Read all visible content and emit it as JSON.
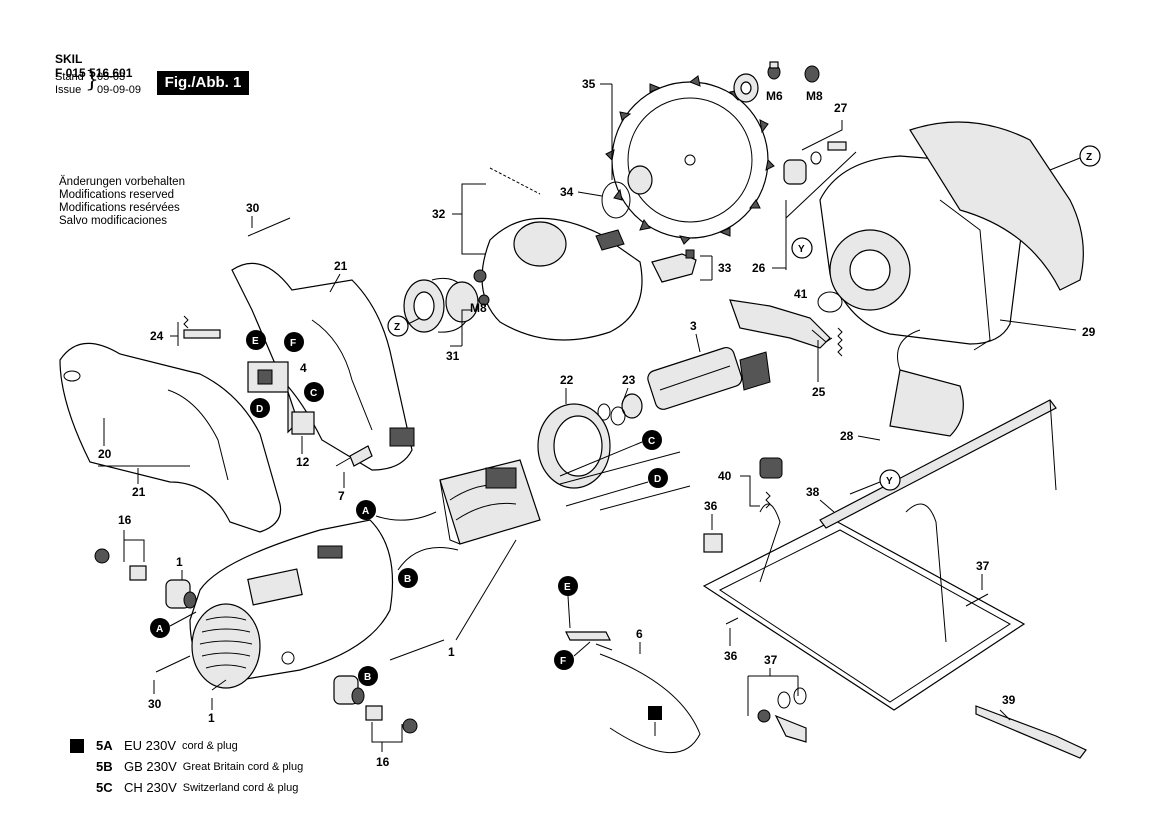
{
  "header": {
    "brand": "SKIL",
    "doc_number": "F 015 516 601",
    "stand_label": "Stand",
    "issue_label": "Issue",
    "stand_value": "05-03",
    "issue_value": "09-09-09",
    "figure_label": "Fig./Abb. 1"
  },
  "modifications": [
    "Änderungen vorbehalten",
    "Modifications reserved",
    "Modifications resérvées",
    "Salvo modificaciones"
  ],
  "legend": [
    {
      "marker": "filled-square",
      "code": "5A",
      "main": "EU 230V",
      "desc": "cord & plug"
    },
    {
      "marker": "none",
      "code": "5B",
      "main": "GB 230V",
      "desc": "Great Britain cord & plug"
    },
    {
      "marker": "none",
      "code": "5C",
      "main": "CH 230V",
      "desc": "Switzerland cord & plug"
    }
  ],
  "part_numbers": {
    "p1": "1",
    "p3": "3",
    "p4": "4",
    "p6": "6",
    "p7": "7",
    "p12": "12",
    "p16": "16",
    "p20": "20",
    "p21": "21",
    "p22": "22",
    "p23": "23",
    "p24": "24",
    "p25": "25",
    "p26": "26",
    "p27": "27",
    "p28": "28",
    "p29": "29",
    "p30": "30",
    "p31": "31",
    "p32": "32",
    "p33": "33",
    "p34": "34",
    "p35": "35",
    "p36": "36",
    "p37": "37",
    "p38": "38",
    "p39": "39",
    "p40": "40",
    "p41": "41"
  },
  "thread_labels": {
    "m6": "M6",
    "m8": "M8"
  },
  "connector_labels": {
    "a": "A",
    "b": "B",
    "c": "C",
    "d": "D",
    "e": "E",
    "f": "F",
    "y": "Y",
    "z": "Z"
  },
  "colors": {
    "ink": "#000000",
    "paper": "#ffffff",
    "part_fill": "#e8e8e8",
    "dark_fill": "#555555"
  }
}
